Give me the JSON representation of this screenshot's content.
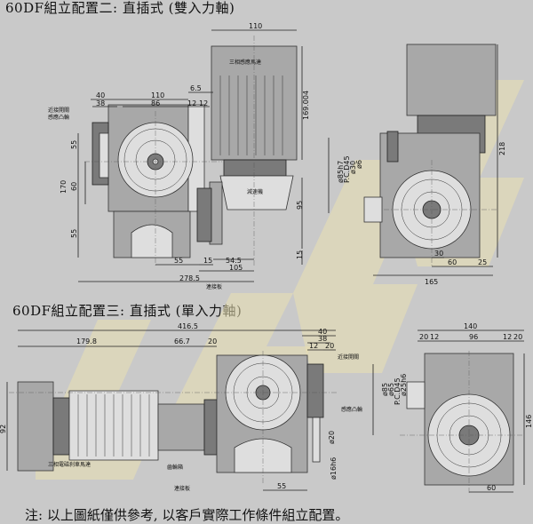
{
  "headings": {
    "config2": "60DF組立配置二: 直插式 (雙入力軸)",
    "config3": "60DF組立配置三: 直插式 (單入力軸)"
  },
  "note": "注: 以上圖紙僅供參考, 以客戶實際工作條件組立配置。",
  "labels": {
    "motor_3phase_induction": "三相感應馬達",
    "reducer": "減速機",
    "connect_plate_1": "連接板",
    "connect_plate_2": "連接板",
    "cam_proximity_switch_1": "近接開關",
    "cam_sensor_wheel_1": "感應凸輪",
    "cam_proximity_switch_2": "近接開關",
    "cam_sensor_wheel_2": "感應凸輪",
    "motor_3phase_brake": "三相電磁刹車馬達",
    "gearbox": "齒輪箱"
  },
  "dims_config2": {
    "d110_top": "110",
    "d169": "169.004",
    "d6_5": "6.5",
    "d40": "40",
    "d38": "38",
    "d110": "110",
    "d86": "86",
    "d12a": "12",
    "d12b": "12",
    "d55a": "55",
    "d170": "170",
    "d60": "60",
    "d55b": "55",
    "d95": "95",
    "d15": "15",
    "d55c": "55",
    "d15b": "15",
    "d54_5": "54.5",
    "d105": "105",
    "d278_5": "278.5",
    "phi85": "ø85h7",
    "pcd45": "P.C.D45",
    "phi30": "ø30",
    "phi6": "ø6",
    "d218": "218",
    "d30": "30",
    "d60b": "60",
    "d25": "25",
    "d165": "165"
  },
  "dims_config3": {
    "d416_5": "416.5",
    "d179_8": "179.8",
    "d66_7": "66.7",
    "d20a": "20",
    "d92": "92",
    "d40": "40",
    "d38": "38",
    "d12": "12",
    "d20b": "20",
    "phi20": "ø20",
    "phi16": "ø16h6",
    "d55": "55",
    "d140": "140",
    "d20_12": "20",
    "d12b": "12",
    "d96": "96",
    "d12c": "12",
    "d20c": "20",
    "phi85": "ø85",
    "phi65": "ø65",
    "pcd45": "P.C.D45",
    "phi25": "ø25h6",
    "d146": "146",
    "d60": "60"
  }
}
